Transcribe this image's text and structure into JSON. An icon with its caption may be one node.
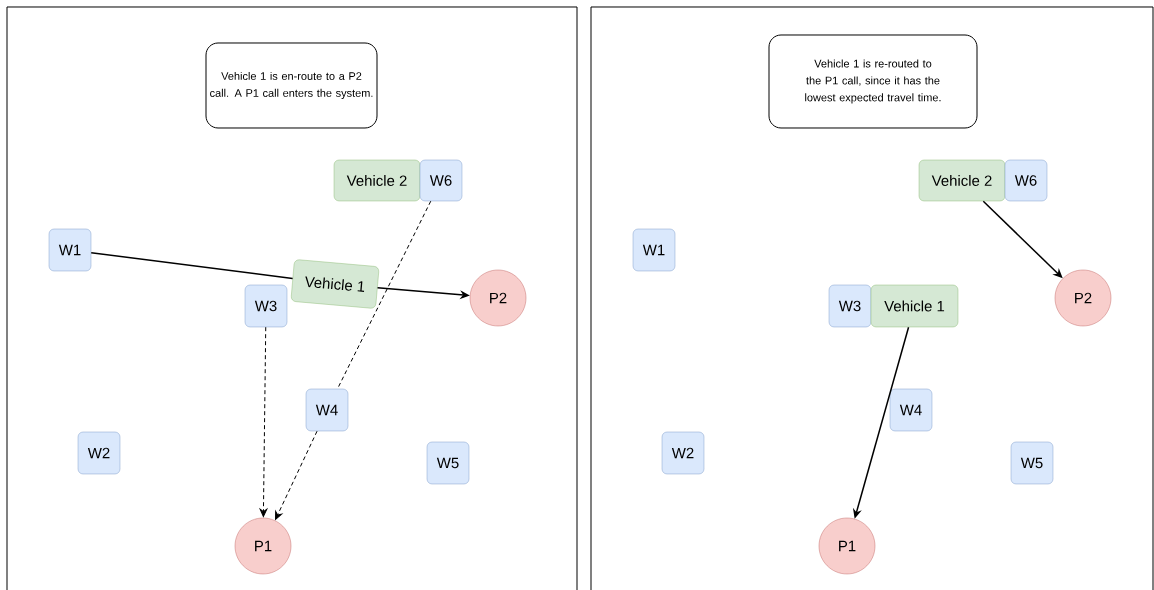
{
  "diagram": {
    "nodes": [
      {
        "text": [],
        "shape": "box"
      },
      {
        "text": [
          "Vehicle 1 is en-route to a P2 call. A P1 call enters the system."
        ],
        "in": 0
      },
      {
        "text": [
          "Vehicle 2"
        ],
        "in": 0
      },
      {
        "text": [
          "W6"
        ],
        "in": 0
      },
      {
        "text": [
          "W1"
        ],
        "in": 0
      },
      {
        "text": [
          "Vehicle 1"
        ],
        "in": 0
      },
      {
        "text": [
          "P2"
        ],
        "in": 0
      },
      {
        "text": [
          "W3"
        ],
        "in": 0
      },
      {
        "text": [
          "W4"
        ],
        "in": 0
      },
      {
        "text": [
          "W2"
        ],
        "in": 0
      },
      {
        "text": [
          "W5"
        ],
        "in": 0
      },
      {
        "text": [
          "P1"
        ],
        "in": 0
      },
      {
        "text": [],
        "shape": "box"
      },
      {
        "text": [
          "Vehicle 1 is re-routed to the P1 call, since it has the lowest expected travel time."
        ],
        "in": 12
      },
      {
        "text": [
          "Vehicle 2"
        ],
        "in": 12
      },
      {
        "text": [
          "W6"
        ],
        "in": 12
      },
      {
        "text": [
          "W1"
        ],
        "in": 12
      },
      {
        "text": [
          "W3"
        ],
        "in": 12
      },
      {
        "text": [
          "Vehicle 1"
        ],
        "in": 12
      },
      {
        "text": [
          "P2"
        ],
        "in": 12
      },
      {
        "text": [
          "W4"
        ],
        "in": 12
      },
      {
        "text": [
          "W2"
        ],
        "in": 12
      },
      {
        "text": [
          "W5"
        ],
        "in": 12
      },
      {
        "text": [
          "P1"
        ],
        "in": 12
      }
    ],
    "edges": [
      {
        "from": 4,
        "to": 5,
        "arrow": "none"
      },
      {
        "from": 5,
        "to": 6,
        "arrow": "to"
      },
      {
        "from": 7,
        "to": 11,
        "arrow": "to",
        "style": "dashed"
      },
      {
        "from": 3,
        "to": 8,
        "arrow": "none",
        "style": "dashed"
      },
      {
        "from": 8,
        "to": 11,
        "arrow": "to",
        "style": "dashed"
      },
      {
        "from": 14,
        "to": 19,
        "arrow": "to"
      },
      {
        "from": 18,
        "to": 23,
        "arrow": "to"
      }
    ]
  }
}
